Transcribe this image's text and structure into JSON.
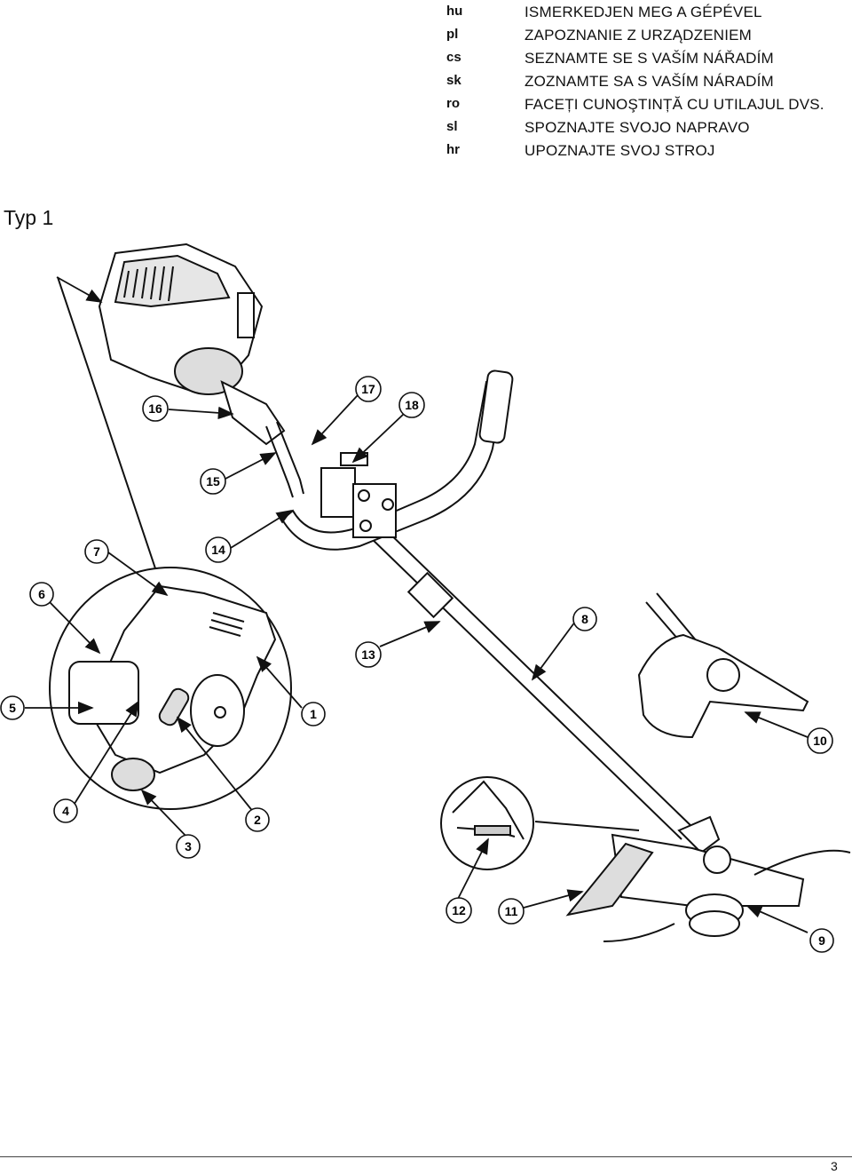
{
  "header": {
    "languages": [
      {
        "code": "hu",
        "title": "ISMERKEDJEN MEG A GÉPÉVEL"
      },
      {
        "code": "pl",
        "title": "ZAPOZNANIE Z URZĄDZENIEM"
      },
      {
        "code": "cs",
        "title": "SEZNAMTE SE S VAŠÍM NÁŘADÍM"
      },
      {
        "code": "sk",
        "title": "ZOZNAMTE SA S VAŠÍM NÁRADÍM"
      },
      {
        "code": "ro",
        "title": "FACEȚI CUNOŞTINȚĂ CU UTILAJUL DVS."
      },
      {
        "code": "sl",
        "title": "SPOZNAJTE SVOJO NAPRAVO"
      },
      {
        "code": "hr",
        "title": "UPOZNAJTE SVOJ STROJ"
      }
    ]
  },
  "figure": {
    "type_label": "Typ 1",
    "callouts": {
      "c1": "1",
      "c2": "2",
      "c3": "3",
      "c4": "4",
      "c5": "5",
      "c6": "6",
      "c7": "7",
      "c8": "8",
      "c9": "9",
      "c10": "10",
      "c11": "11",
      "c12": "12",
      "c13": "13",
      "c14": "14",
      "c15": "15",
      "c16": "16",
      "c17": "17",
      "c18": "18"
    }
  },
  "footer": {
    "page_number": "3"
  }
}
